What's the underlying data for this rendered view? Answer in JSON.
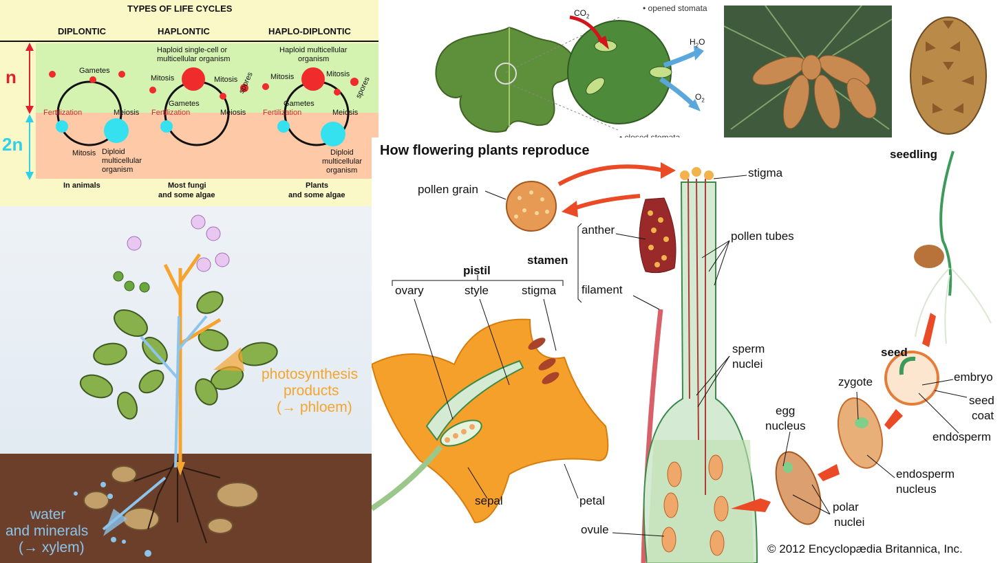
{
  "life_cycles": {
    "title": "TYPES OF LIFE CYCLES",
    "columns": [
      {
        "heading": "DIPLONTIC",
        "caption_1": "In animals",
        "caption_2": ""
      },
      {
        "heading": "HAPLONTIC",
        "caption_1": "Most fungi",
        "caption_2": "and some algae"
      },
      {
        "heading": "HAPLO-DIPLONTIC",
        "caption_1": "Plants",
        "caption_2": "and some algae"
      }
    ],
    "n_label": "n",
    "twon_label": "2n",
    "labels": {
      "gametes": "Gametes",
      "fertilization": "Fertilization",
      "meiosis": "Meiosis",
      "mitosis": "Mitosis",
      "spores": "spores",
      "diploid_1": "Diploid",
      "diploid_2": "multicellular",
      "diploid_3": "organism",
      "haploid_single_1": "Haploid single-cell or",
      "haploid_single_2": "multicellular organism",
      "haploid_multi_1": "Haploid multicellular",
      "haploid_multi_2": "organism"
    },
    "colors": {
      "haploid_band": "#d4f2b0",
      "diploid_band": "#fdc9a6",
      "haploid_cell": "#ef2b2b",
      "diploid_cell": "#35e0ef",
      "n_arrow": "#e0212c",
      "twon_arrow": "#2fd0e8"
    }
  },
  "plant": {
    "photosynthesis_1": "photosynthesis",
    "photosynthesis_2": "products",
    "photosynthesis_3": "(→ phloem)",
    "water_1": "water",
    "water_2": "and minerals",
    "water_3": "(→ xylem)",
    "colors": {
      "phloem": "#f5a42f",
      "xylem": "#8cc4ec",
      "soil": "#6b3f2a"
    }
  },
  "leaf": {
    "co2": "CO",
    "co2_sub": "2",
    "h2o": "H",
    "h2o_sub": "2",
    "h2o_end": "O",
    "o2": "O",
    "o2_sub": "2",
    "opened": "opened stomata",
    "closed": "closed stomata"
  },
  "flower": {
    "title": "How flowering plants reproduce",
    "pollen_grain": "pollen grain",
    "stigma_top": "stigma",
    "anther": "anther",
    "stamen": "stamen",
    "filament": "filament",
    "pollen_tubes": "pollen tubes",
    "pistil": "pistil",
    "ovary": "ovary",
    "style": "style",
    "stigma": "stigma",
    "sepal": "sepal",
    "petal": "petal",
    "ovule": "ovule",
    "sperm_1": "sperm",
    "sperm_2": "nuclei",
    "egg_1": "egg",
    "egg_2": "nucleus",
    "polar_1": "polar",
    "polar_2": "nuclei",
    "zygote": "zygote",
    "endosperm_nucleus_1": "endosperm",
    "endosperm_nucleus_2": "nucleus",
    "seed": "seed",
    "embryo": "embryo",
    "seed_coat_1": "seed",
    "seed_coat_2": "coat",
    "endosperm": "endosperm",
    "seedling": "seedling",
    "copyright": "© 2012 Encyclopædia Britannica, Inc.",
    "colors": {
      "petal": "#f5a02a",
      "arrow": "#ea4a25",
      "tube": "#d5ead2"
    }
  }
}
